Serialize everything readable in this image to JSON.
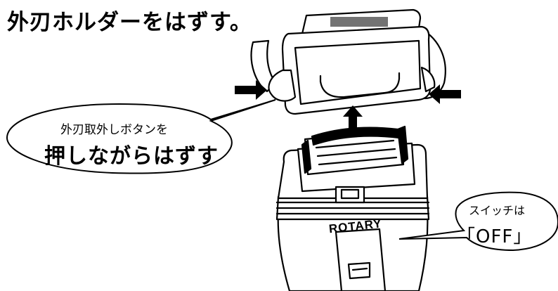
{
  "title": "外刃ホルダーをはずす。",
  "callout_left": {
    "line1": "外刃取外しボタンを",
    "line2": "押しながらはずす"
  },
  "callout_right": {
    "line1": "スイッチは",
    "line2": "「OFF」"
  },
  "brand_text": "ROTARY"
}
